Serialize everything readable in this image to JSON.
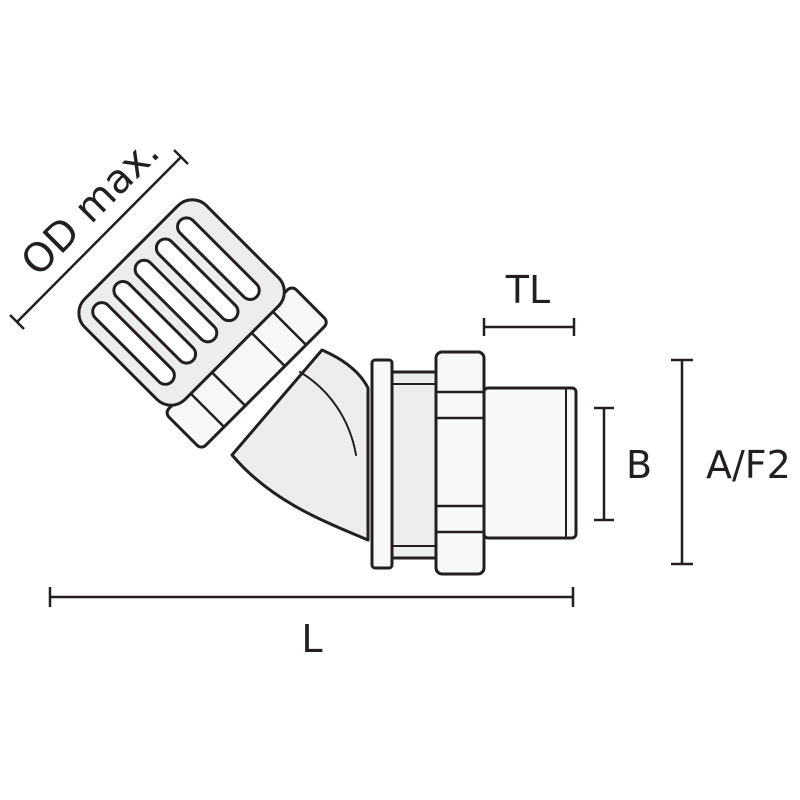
{
  "diagram": {
    "labels": {
      "od": "OD max.",
      "tl": "TL",
      "b": "B",
      "af": "A/F2",
      "l": "L"
    },
    "colors": {
      "ink": "#231f20",
      "fill": "#ededed",
      "background": "#ffffff"
    }
  }
}
